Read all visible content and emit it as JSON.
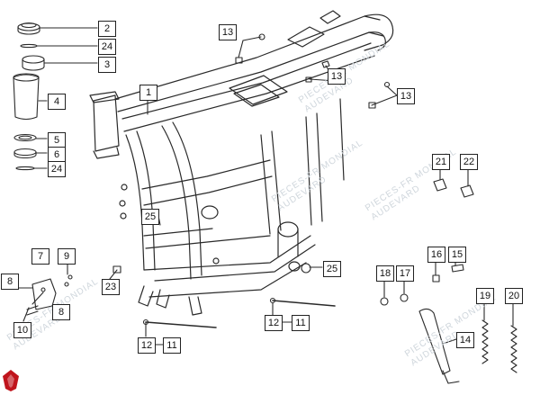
{
  "callouts": [
    {
      "id": "c-2a",
      "label": "2"
    },
    {
      "id": "c-24a",
      "label": "24"
    },
    {
      "id": "c-3",
      "label": "3"
    },
    {
      "id": "c-4",
      "label": "4"
    },
    {
      "id": "c-5",
      "label": "5"
    },
    {
      "id": "c-6",
      "label": "6"
    },
    {
      "id": "c-24b",
      "label": "24"
    },
    {
      "id": "c-1",
      "label": "1"
    },
    {
      "id": "c-13a",
      "label": "13"
    },
    {
      "id": "c-13b",
      "label": "13"
    },
    {
      "id": "c-13c",
      "label": "13"
    },
    {
      "id": "c-21",
      "label": "21"
    },
    {
      "id": "c-22",
      "label": "22"
    },
    {
      "id": "c-25a",
      "label": "25"
    },
    {
      "id": "c-25b",
      "label": "25"
    },
    {
      "id": "c-7",
      "label": "7"
    },
    {
      "id": "c-9",
      "label": "9"
    },
    {
      "id": "c-8",
      "label": "8"
    },
    {
      "id": "c-8b",
      "label": "8"
    },
    {
      "id": "c-10",
      "label": "10"
    },
    {
      "id": "c-23",
      "label": "23"
    },
    {
      "id": "c-12a",
      "label": "12"
    },
    {
      "id": "c-11a",
      "label": "11"
    },
    {
      "id": "c-12b",
      "label": "12"
    },
    {
      "id": "c-11b",
      "label": "11"
    },
    {
      "id": "c-18",
      "label": "18"
    },
    {
      "id": "c-17",
      "label": "17"
    },
    {
      "id": "c-16",
      "label": "16"
    },
    {
      "id": "c-15",
      "label": "15"
    },
    {
      "id": "c-19",
      "label": "19"
    },
    {
      "id": "c-20",
      "label": "20"
    },
    {
      "id": "c-14",
      "label": "14"
    }
  ],
  "watermark": {
    "line1": "PIECES-FR MONDIAL",
    "line2": "AUDEVARD"
  },
  "colors": {
    "line": "#2a2a2a",
    "watermark": "#cfd6dc",
    "logo": "#c0141c"
  }
}
